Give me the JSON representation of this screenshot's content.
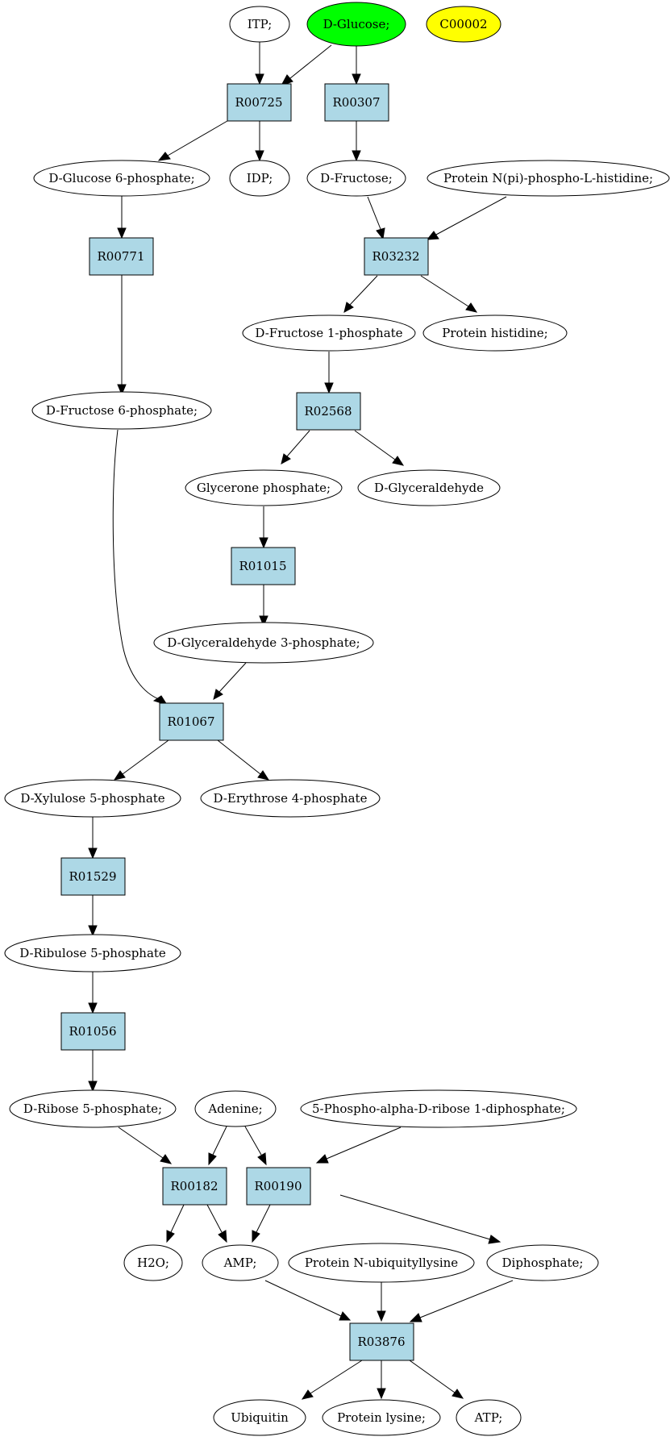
{
  "colors": {
    "compound_default": "#ffffff",
    "compound_source": "#00ff00",
    "compound_highlight": "#ffff00",
    "reaction_fill": "#add8e6"
  },
  "compounds": {
    "itp": "ITP;",
    "d_glucose": "D-Glucose;",
    "c00002": "C00002",
    "d_glucose_6p": "D-Glucose 6-phosphate;",
    "idp": "IDP;",
    "d_fructose": "D-Fructose;",
    "protein_n_pi_his": "Protein N(pi)-phospho-L-histidine;",
    "d_fructose_1p": "D-Fructose 1-phosphate",
    "protein_histidine": "Protein histidine;",
    "d_fructose_6p": "D-Fructose 6-phosphate;",
    "glycerone_p": "Glycerone phosphate;",
    "d_glyceraldehyde": "D-Glyceraldehyde",
    "d_glyceraldehyde_3p": "D-Glyceraldehyde 3-phosphate;",
    "d_xylulose_5p": "D-Xylulose 5-phosphate",
    "d_erythrose_4p": "D-Erythrose 4-phosphate",
    "d_ribulose_5p": "D-Ribulose 5-phosphate",
    "d_ribose_5p": "D-Ribose 5-phosphate;",
    "adenine": "Adenine;",
    "prpp": "5-Phospho-alpha-D-ribose 1-diphosphate;",
    "h2o": "H2O;",
    "amp": "AMP;",
    "protein_n_ubiq": "Protein N-ubiquityllysine",
    "diphosphate": "Diphosphate;",
    "ubiquitin": "Ubiquitin",
    "protein_lysine": "Protein lysine;",
    "atp": "ATP;"
  },
  "reactions": {
    "r00725": "R00725",
    "r00307": "R00307",
    "r00771": "R00771",
    "r03232": "R03232",
    "r02568": "R02568",
    "r01015": "R01015",
    "r01067": "R01067",
    "r01529": "R01529",
    "r01056": "R01056",
    "r00182": "R00182",
    "r00190": "R00190",
    "r03876": "R03876"
  }
}
